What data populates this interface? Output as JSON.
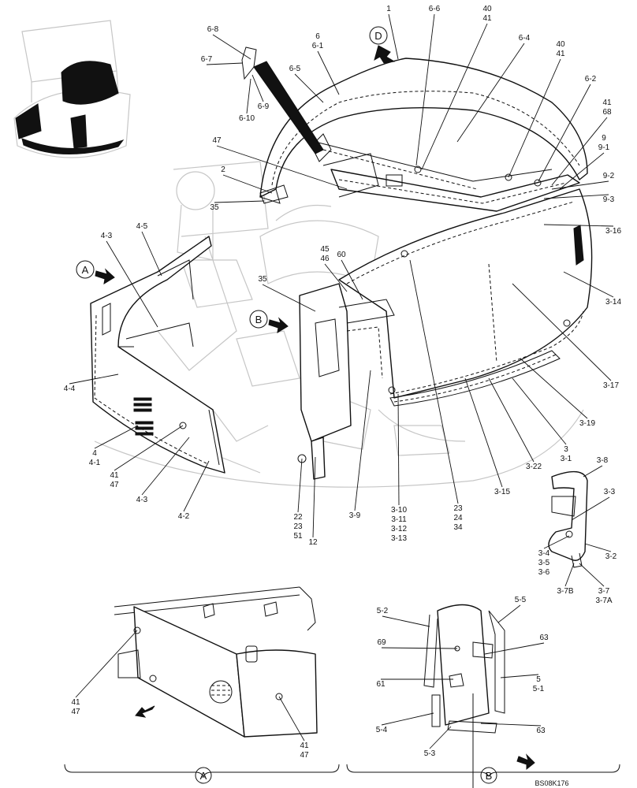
{
  "drawing_code": "BS08K176",
  "view_markers": [
    "A",
    "B",
    "D"
  ],
  "callouts": [
    {
      "id": "c1",
      "lines": [
        "1"
      ]
    },
    {
      "id": "c2",
      "lines": [
        "6-6"
      ]
    },
    {
      "id": "c3",
      "lines": [
        "40",
        "41"
      ]
    },
    {
      "id": "c4",
      "lines": [
        "6-4"
      ]
    },
    {
      "id": "c5",
      "lines": [
        "40",
        "41"
      ]
    },
    {
      "id": "c6",
      "lines": [
        "6",
        "6-1"
      ]
    },
    {
      "id": "c7",
      "lines": [
        "6-8"
      ]
    },
    {
      "id": "c8",
      "lines": [
        "6-7"
      ]
    },
    {
      "id": "c9",
      "lines": [
        "6-5"
      ]
    },
    {
      "id": "c10",
      "lines": [
        "6-9"
      ]
    },
    {
      "id": "c11",
      "lines": [
        "6-10"
      ]
    },
    {
      "id": "c12",
      "lines": [
        "6-2"
      ]
    },
    {
      "id": "c13",
      "lines": [
        "41",
        "68"
      ]
    },
    {
      "id": "c14",
      "lines": [
        "9",
        "9-1"
      ]
    },
    {
      "id": "c15",
      "lines": [
        "9-2"
      ]
    },
    {
      "id": "c16",
      "lines": [
        "9-3"
      ]
    },
    {
      "id": "c17",
      "lines": [
        "3-16"
      ]
    },
    {
      "id": "c18",
      "lines": [
        "47"
      ]
    },
    {
      "id": "c19",
      "lines": [
        "2"
      ]
    },
    {
      "id": "c20",
      "lines": [
        "35"
      ]
    },
    {
      "id": "c21",
      "lines": [
        "4-3"
      ]
    },
    {
      "id": "c22",
      "lines": [
        "4-5"
      ]
    },
    {
      "id": "c23",
      "lines": [
        "45",
        "46"
      ]
    },
    {
      "id": "c24",
      "lines": [
        "60"
      ]
    },
    {
      "id": "c25",
      "lines": [
        "35"
      ]
    },
    {
      "id": "c26",
      "lines": [
        "3-14"
      ]
    },
    {
      "id": "c27",
      "lines": [
        "4-4"
      ]
    },
    {
      "id": "c28",
      "lines": [
        "3-17"
      ]
    },
    {
      "id": "c29",
      "lines": [
        "3-19"
      ]
    },
    {
      "id": "c30",
      "lines": [
        "4",
        "4-1"
      ]
    },
    {
      "id": "c31",
      "lines": [
        "41",
        "47"
      ]
    },
    {
      "id": "c32",
      "lines": [
        "3",
        "3-1"
      ]
    },
    {
      "id": "c33",
      "lines": [
        "3-22"
      ]
    },
    {
      "id": "c34",
      "lines": [
        "3-8"
      ]
    },
    {
      "id": "c35",
      "lines": [
        "4-3"
      ]
    },
    {
      "id": "c36",
      "lines": [
        "3-15"
      ]
    },
    {
      "id": "c37",
      "lines": [
        "3-3"
      ]
    },
    {
      "id": "c38",
      "lines": [
        "4-2"
      ]
    },
    {
      "id": "c39",
      "lines": [
        "3-9"
      ]
    },
    {
      "id": "c40",
      "lines": [
        "3-10",
        "3-11",
        "3-12",
        "3-13"
      ]
    },
    {
      "id": "c41",
      "lines": [
        "23",
        "24",
        "34"
      ]
    },
    {
      "id": "c42",
      "lines": [
        "22",
        "23",
        "51"
      ]
    },
    {
      "id": "c43",
      "lines": [
        "12"
      ]
    },
    {
      "id": "c44",
      "lines": [
        "3-4",
        "3-5",
        "3-6"
      ]
    },
    {
      "id": "c45",
      "lines": [
        "3-2"
      ]
    },
    {
      "id": "c46",
      "lines": [
        "3-7B"
      ]
    },
    {
      "id": "c47",
      "lines": [
        "3-7",
        "3-7A"
      ]
    },
    {
      "id": "c48",
      "lines": [
        "5-2"
      ]
    },
    {
      "id": "c49",
      "lines": [
        "5-5"
      ]
    },
    {
      "id": "c50",
      "lines": [
        "69"
      ]
    },
    {
      "id": "c51",
      "lines": [
        "63"
      ]
    },
    {
      "id": "c52",
      "lines": [
        "61"
      ]
    },
    {
      "id": "c53",
      "lines": [
        "5",
        "5-1"
      ]
    },
    {
      "id": "c54",
      "lines": [
        "5-4"
      ]
    },
    {
      "id": "c55",
      "lines": [
        "63"
      ]
    },
    {
      "id": "c56",
      "lines": [
        "5-3"
      ]
    },
    {
      "id": "c57",
      "lines": [
        "41",
        "47"
      ]
    },
    {
      "id": "c58",
      "lines": [
        "41",
        "47"
      ]
    }
  ]
}
